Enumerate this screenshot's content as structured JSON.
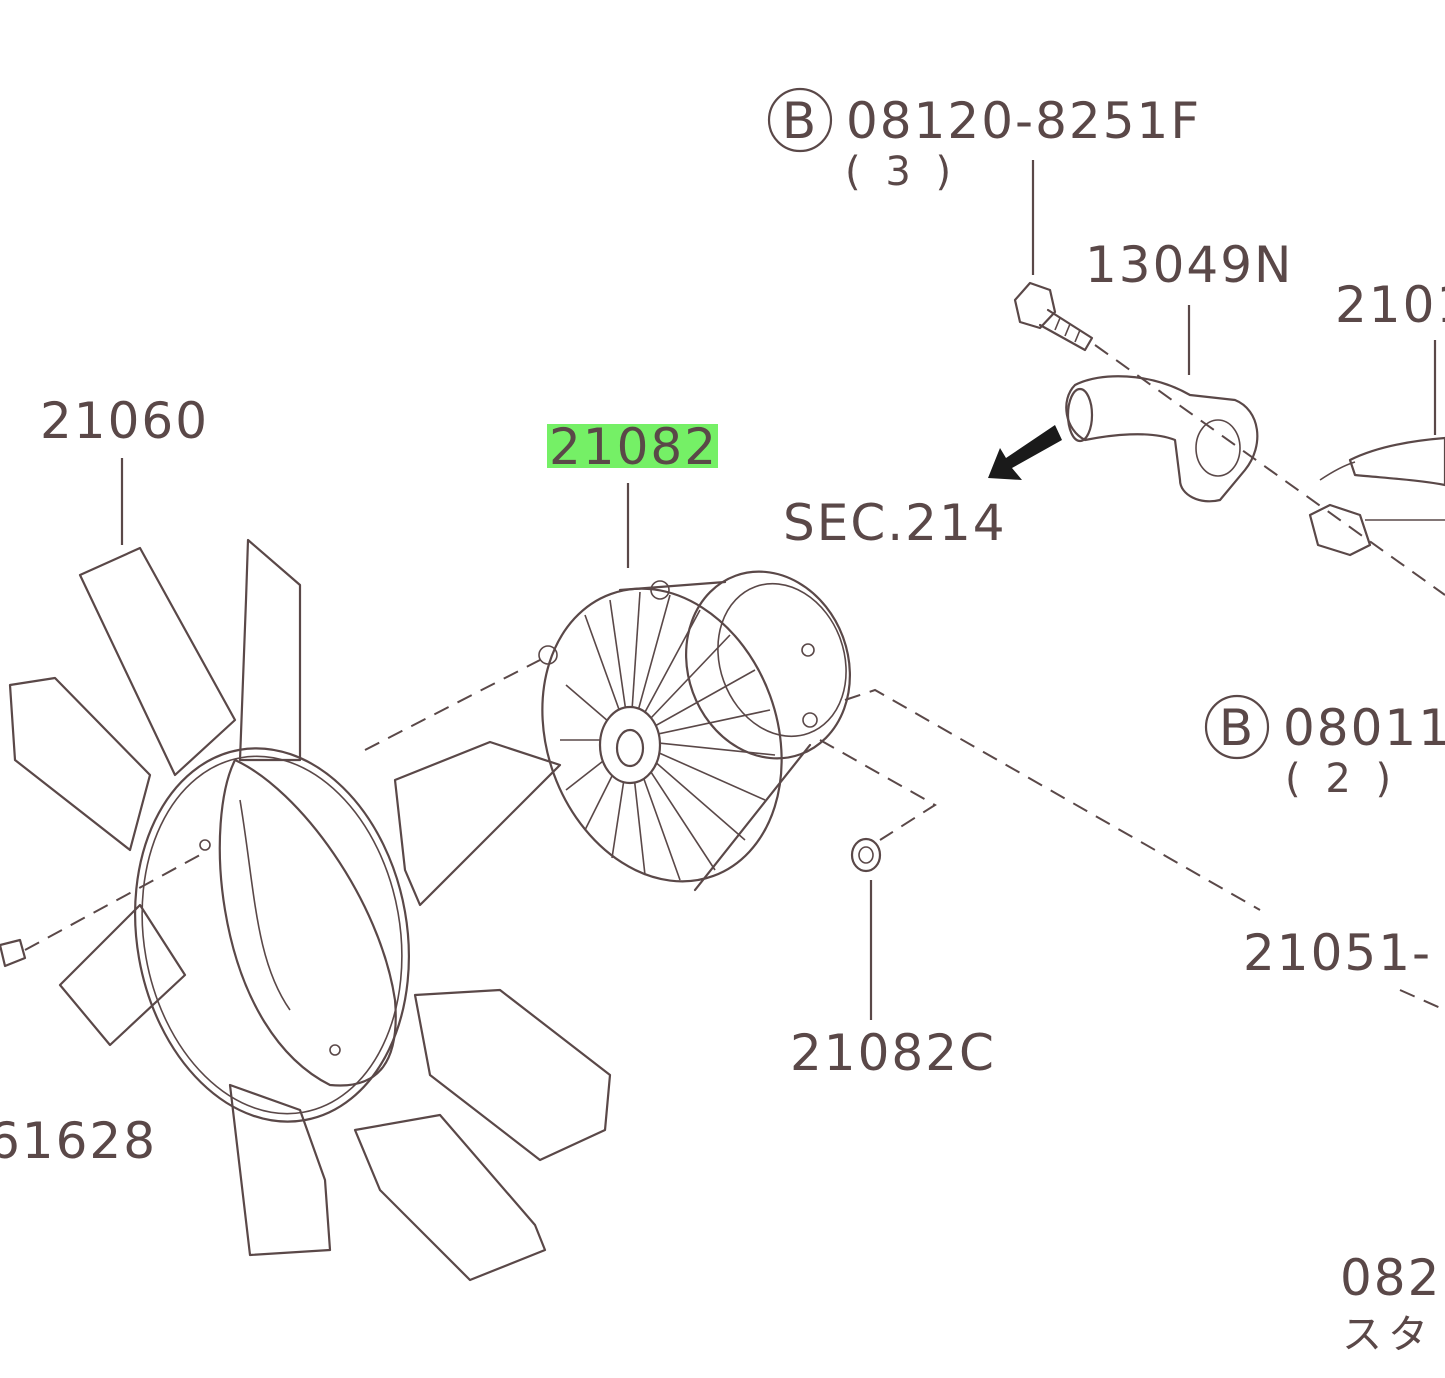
{
  "labels": {
    "bolt_marker": "B",
    "bolt_part": "08120-8251F",
    "bolt_qty": "( 3 )",
    "pipe_part": "13049N",
    "thermo_part": "2101",
    "sec_ref": "SEC.214",
    "fan_part": "21060",
    "coupling_part": "21082",
    "coupling_highlight_color": "#66ee55",
    "bolt2_marker": "B",
    "bolt2_part": "08011",
    "bolt2_qty": "( 2 )",
    "pulley_part": "21051-",
    "nut_part": "21082C",
    "screw_part": "61628",
    "stud_part": "082",
    "stud_note": "スタ"
  }
}
